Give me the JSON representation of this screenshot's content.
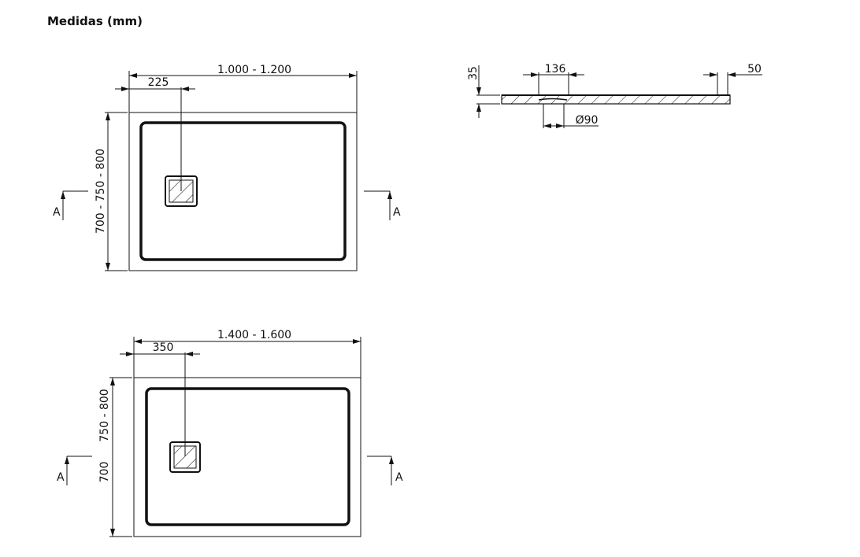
{
  "title": "Medidas (mm)",
  "plan_small": {
    "width_label": "1.000 - 1.200",
    "drain_offset_label": "225",
    "depth_label": "700 - 750 - 800",
    "section_left": "A",
    "section_right": "A"
  },
  "plan_large": {
    "width_label": "1.400 - 1.600",
    "drain_offset_label": "350",
    "depth_label_a": "700",
    "depth_label_b": "750 - 800",
    "section_left": "A",
    "section_right": "A"
  },
  "section": {
    "height_label": "35",
    "drain_width_label": "136",
    "edge_label": "50",
    "drain_diameter_label": "Ø90"
  }
}
